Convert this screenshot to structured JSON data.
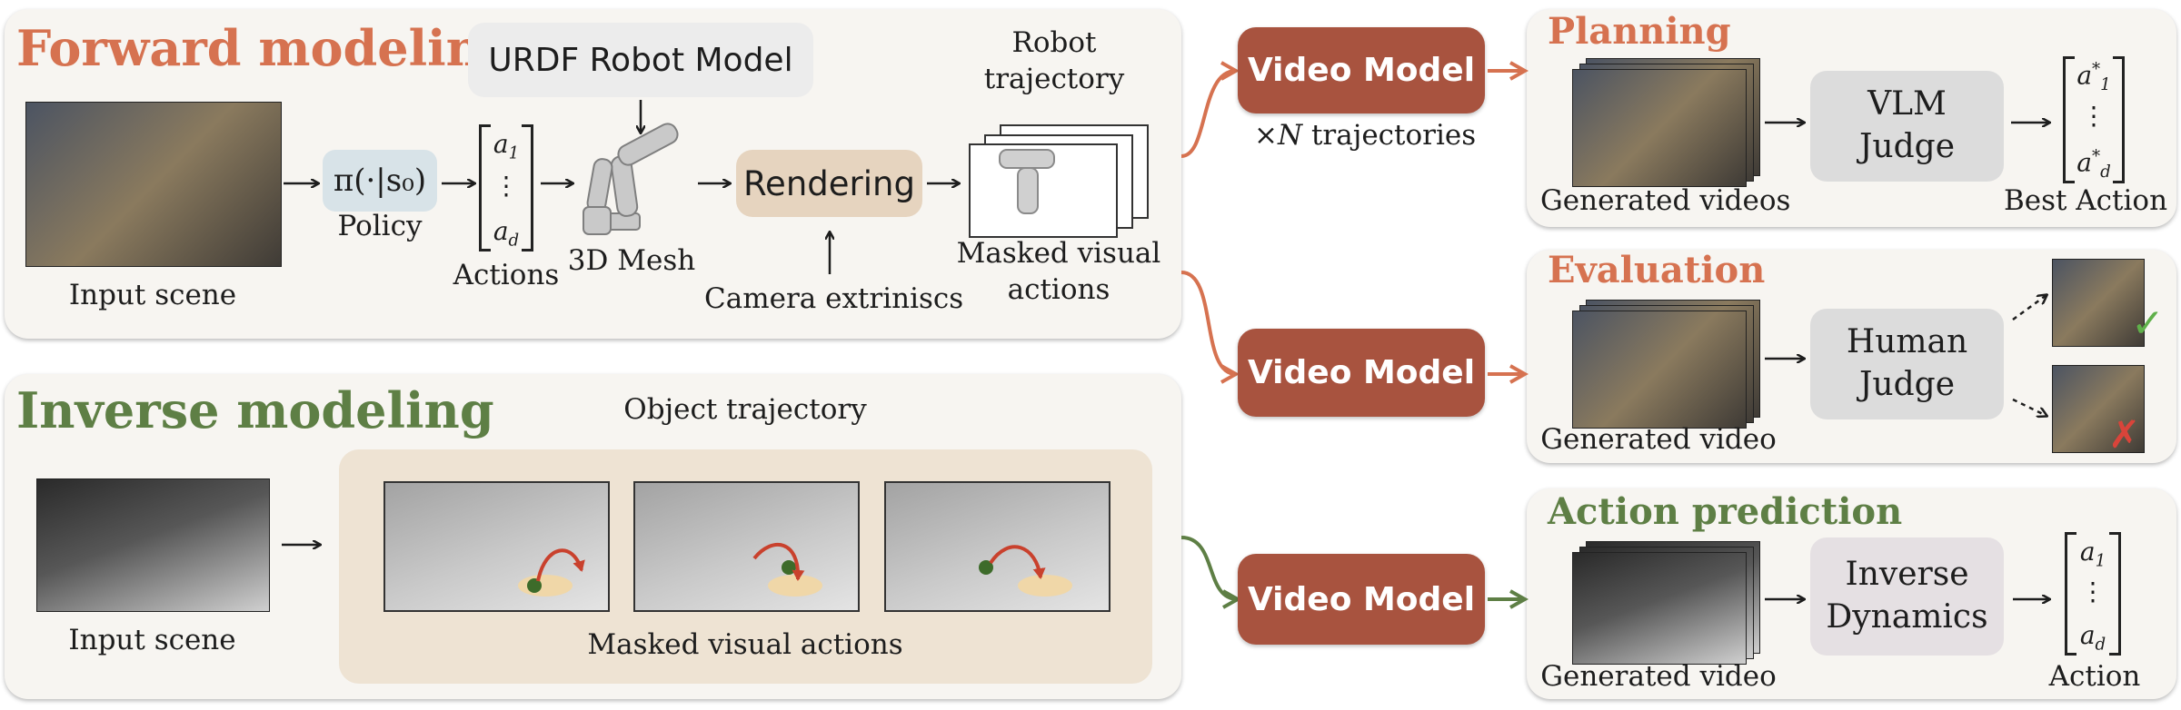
{
  "forward": {
    "title": "Forward modeling",
    "input_scene": "Input scene",
    "policy_formula": "π(·|s₀)",
    "policy_label": "Policy",
    "actions_label": "Actions",
    "vector_top": "a",
    "vector_top_sub": "1",
    "vector_dots": "⋮",
    "vector_bottom": "a",
    "vector_bottom_sub": "d",
    "urdf": "URDF Robot Model",
    "mesh_label": "3D Mesh",
    "rendering": "Rendering",
    "camera": "Camera extriniscs",
    "robot_traj_1": "Robot",
    "robot_traj_2": "trajectory",
    "masked_1": "Masked visual",
    "masked_2": "actions"
  },
  "inverse": {
    "title": "Inverse modeling",
    "input_scene": "Input scene",
    "object_traj": "Object trajectory",
    "masked": "Masked visual actions"
  },
  "video_model": {
    "label": "Video Model",
    "n_traj_prefix": "×",
    "n_traj_var": "N",
    "n_traj_suffix": " trajectories"
  },
  "planning": {
    "title": "Planning",
    "generated": "Generated videos",
    "judge_1": "VLM",
    "judge_2": "Judge",
    "best": "Best Action",
    "vec_top": "a",
    "vec_top_sub": "1",
    "vec_bottom": "a",
    "vec_bottom_sub": "d",
    "star": "*",
    "dots": "⋮"
  },
  "evaluation": {
    "title": "Evaluation",
    "generated": "Generated video",
    "judge_1": "Human",
    "judge_2": "Judge",
    "check": "✓",
    "cross": "✗"
  },
  "action_prediction": {
    "title": "Action prediction",
    "generated": "Generated video",
    "box_1": "Inverse",
    "box_2": "Dynamics",
    "action": "Action",
    "vec_top": "a",
    "vec_top_sub": "1",
    "vec_bottom": "a",
    "vec_bottom_sub": "d",
    "dots": "⋮"
  },
  "colors": {
    "forward_accent": "#d67250",
    "inverse_accent": "#5e7f45",
    "video_model_fill": "#a8533f",
    "rendering_fill": "#e6d4bf",
    "policy_fill": "#d8e3e8",
    "urdf_fill": "#ececec",
    "object_traj_fill": "#eee3d3"
  }
}
